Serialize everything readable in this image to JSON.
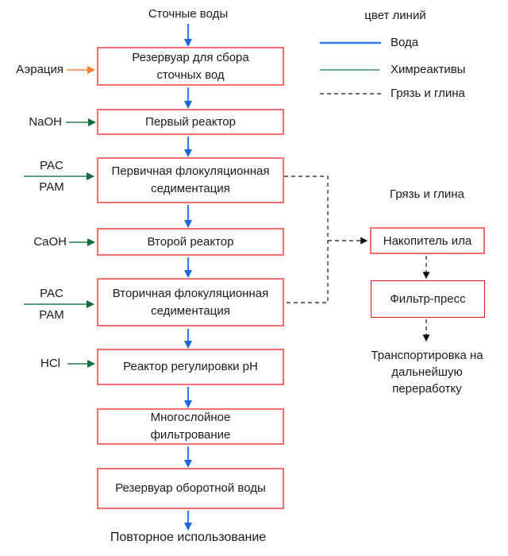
{
  "flow": {
    "source_label": "Сточные воды",
    "reuse_label": "Повторное использование"
  },
  "boxes": [
    {
      "label": "Резервуар для сбора сточных вод"
    },
    {
      "label": "Первый реактор"
    },
    {
      "label": "Первичная флокуляционная седиментация"
    },
    {
      "label": "Второй реактор"
    },
    {
      "label": "Вторичная флокуляционная седиментация"
    },
    {
      "label": "Реактор регулировки pH"
    },
    {
      "label": "Многослойное фильтрование"
    },
    {
      "label": "Резервуар оборотной воды"
    }
  ],
  "reagents": [
    {
      "label": "Аэрация"
    },
    {
      "label": "NaOH"
    },
    {
      "top": "PAC",
      "bottom": "PAM"
    },
    {
      "label": "CaOH"
    },
    {
      "top": "PAC",
      "bottom": "PAM"
    },
    {
      "label": "HCl"
    }
  ],
  "legend": {
    "title": "цвет линий",
    "items": [
      {
        "name": "water",
        "label": "Вода"
      },
      {
        "name": "chemicals",
        "label": "Химреактивы"
      },
      {
        "name": "sludge",
        "label": "Грязь и глина"
      }
    ]
  },
  "sludge": {
    "title": "Грязь и глина",
    "boxes": [
      {
        "label": "Накопитель ила"
      },
      {
        "label": "Фильтр-пресс"
      }
    ],
    "transport_label": "Транспортировка на дальнейшую переработку"
  },
  "colors": {
    "water_line": "#2e7df6",
    "water_head": "#1a66dd",
    "chem_line": "#3d8f68",
    "chem_head": "#0f6f3c",
    "air_line": "#ffa163",
    "air_head": "#fb7c2d",
    "sludge_line": "#3a3a3a",
    "sludge_head": "#111111",
    "box_border": "#f76d6d",
    "filter_border": "#dd1414",
    "text": "#1a1a1a"
  }
}
